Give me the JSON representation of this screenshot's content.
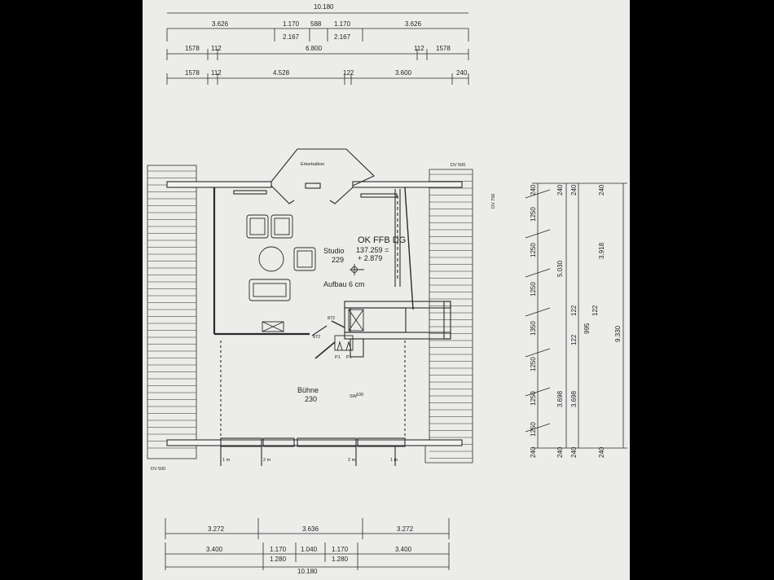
{
  "top_dims": {
    "total": "10.180",
    "row1": [
      "3.626",
      "1.170",
      "588",
      "1.170",
      "3.626"
    ],
    "row1_sub": [
      "2.167",
      "2.167"
    ],
    "row2": [
      "1578",
      "112",
      "6.800",
      "112",
      "1578"
    ],
    "row3": [
      "1578",
      "112",
      "4.528",
      "122",
      "3.600",
      "240"
    ]
  },
  "bottom_dims": {
    "row1": [
      "3.272",
      "3.636",
      "3.272"
    ],
    "row2": [
      "3.400",
      "1.170",
      "1.040",
      "1.170",
      "3.400"
    ],
    "row3": [
      "1.280",
      "1.280"
    ],
    "total": "10.180"
  },
  "right_dims": {
    "col1": [
      "240",
      "1250",
      "1250",
      "1250",
      "1350",
      "1250",
      "1250",
      "1250",
      "240"
    ],
    "col2": [
      "240",
      "5.030",
      "3.698",
      "240"
    ],
    "col3": [
      "240",
      "3.918",
      "122",
      "122",
      "995",
      "122",
      "3.698",
      "240"
    ],
    "col4": [
      "240",
      "9.330",
      "240"
    ]
  },
  "labels": {
    "erker": "Erkerbalkon",
    "dv_top_right": "DV 500",
    "dv_side_right": "DV 750",
    "dv_bottom_left": "DV 500",
    "studio": "Studio",
    "studio_num": "229",
    "ok_ffb": "OK FFB DG",
    "level1": "137.259 =",
    "level2": "+ 2.879",
    "aufbau": "Aufbau 6 cm",
    "buehne": "Bühne",
    "buehne_num": "230",
    "sw": "SW",
    "sw_num": "100",
    "door1": "872",
    "door2": "872",
    "p1a": "P1",
    "p1b": "P1",
    "m1a": "1 m",
    "m2a": "2 m",
    "m2b": "2 m",
    "m1b": "1 m"
  }
}
